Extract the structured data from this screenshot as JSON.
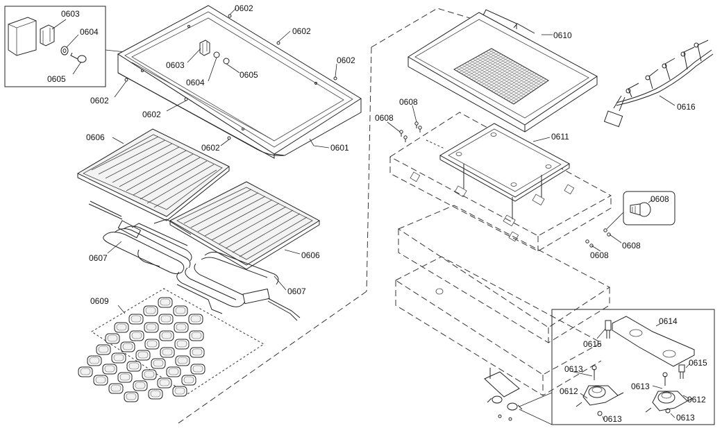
{
  "diagram": {
    "labels": {
      "frame_inset_0603": "0603",
      "frame_inset_0604": "0604",
      "frame_inset_0605": "0605",
      "frame_0602_top": "0602",
      "frame_0602_right1": "0602",
      "frame_0602_right2": "0602",
      "frame_0603": "0603",
      "frame_0604": "0604",
      "frame_0605": "0605",
      "frame_0602_left": "0602",
      "frame_0602_mid": "0602",
      "frame_0602_bottom": "0602",
      "frame_0601": "0601",
      "grate_upper_0606": "0606",
      "grate_lower_0606": "0606",
      "element_left_0607": "0607",
      "element_right_0607": "0607",
      "stones_0609": "0609",
      "drip_tray_0610": "0610",
      "harness_0616": "0616",
      "screw_0608_a": "0608",
      "screw_0608_b": "0608",
      "pan_0611": "0611",
      "screw_inset_0608": "0608",
      "screw_0608_c": "0608",
      "screw_0608_d": "0608",
      "bracket_0614": "0614",
      "screw_0615_a": "0615",
      "screw_0615_b": "0615",
      "thermostat_0613_a": "0613",
      "thermostat_0613_b": "0613",
      "thermostat_0612_a": "0612",
      "thermostat_0612_b": "0612",
      "screw_0613_c": "0613",
      "screw_0613_d": "0613"
    }
  }
}
